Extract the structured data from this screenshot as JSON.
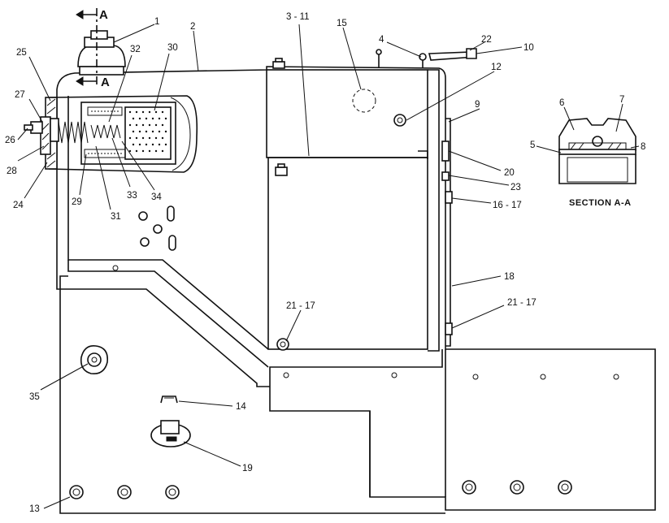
{
  "section": {
    "title": "SECTION A-A",
    "cut_letter_top": "A",
    "cut_letter_bottom": "A"
  },
  "labels": {
    "l1": "1",
    "l2": "2",
    "l3_11": "3 - 11",
    "l4": "4",
    "l5": "5",
    "l6": "6",
    "l7": "7",
    "l8": "8",
    "l9": "9",
    "l10": "10",
    "l12": "12",
    "l13": "13",
    "l14": "14",
    "l15": "15",
    "l16_17": "16 - 17",
    "l18": "18",
    "l19": "19",
    "l20": "20",
    "l21_17_a": "21 - 17",
    "l21_17_b": "21 - 17",
    "l22": "22",
    "l23": "23",
    "l24": "24",
    "l25": "25",
    "l26": "26",
    "l27": "27",
    "l28": "28",
    "l29": "29",
    "l30": "30",
    "l31": "31",
    "l32": "32",
    "l33": "33",
    "l34": "34",
    "l35": "35"
  }
}
